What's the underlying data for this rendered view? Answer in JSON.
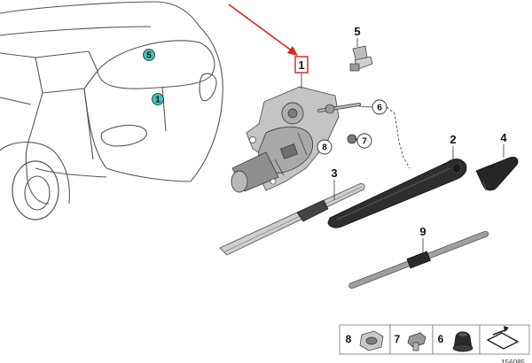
{
  "callouts": {
    "c1": "1",
    "c2": "2",
    "c3": "3",
    "c4": "4",
    "c5": "5",
    "c6": "6",
    "c7": "7",
    "c8": "8",
    "c9": "9"
  },
  "car_markers": {
    "rear_marker": "1",
    "top_marker": "5"
  },
  "legend": {
    "item_8": "8",
    "item_7": "7",
    "item_6": "6"
  },
  "diagram_code": "156085",
  "colors": {
    "marker_fill": "#3fc3b3",
    "arrow": "#e02020",
    "line": "#333333",
    "part_gray": "#9a9a9a",
    "part_dark": "#2a2a2a"
  }
}
